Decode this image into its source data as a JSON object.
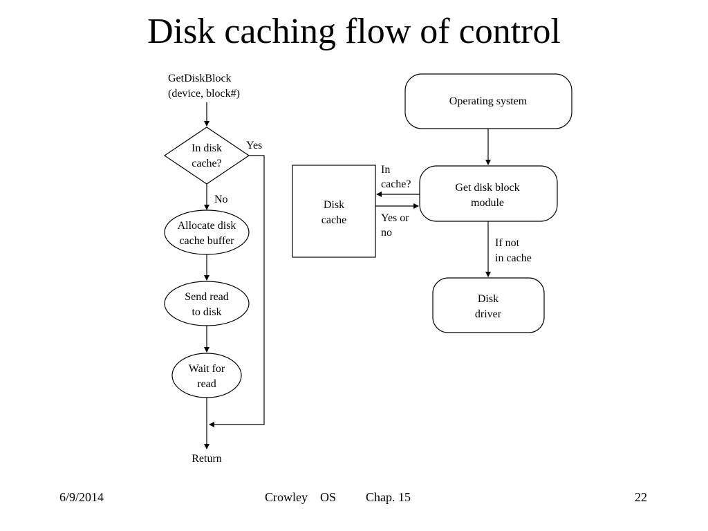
{
  "title": "Disk caching flow of control",
  "flowchart": {
    "start_line1": "GetDiskBlock",
    "start_line2": "(device, block#)",
    "decision_line1": "In disk",
    "decision_line2": "cache?",
    "yes_label": "Yes",
    "no_label": "No",
    "allocate_line1": "Allocate disk",
    "allocate_line2": "cache buffer",
    "send_line1": "Send read",
    "send_line2": "to disk",
    "wait_line1": "Wait for",
    "wait_line2": "read",
    "return_label": "Return"
  },
  "architecture": {
    "os_label": "Operating system",
    "module_line1": "Get disk block",
    "module_line2": "module",
    "cache_line1": "Disk",
    "cache_line2": "cache",
    "query_line1": "In",
    "query_line2": "cache?",
    "reply_line1": "Yes or",
    "reply_line2": "no",
    "miss_line1": "If not",
    "miss_line2": "in cache",
    "driver_line1": "Disk",
    "driver_line2": "driver"
  },
  "footer": {
    "date": "6/9/2014",
    "author": "Crowley",
    "course": "OS",
    "chapter": "Chap. 15",
    "page": "22"
  }
}
